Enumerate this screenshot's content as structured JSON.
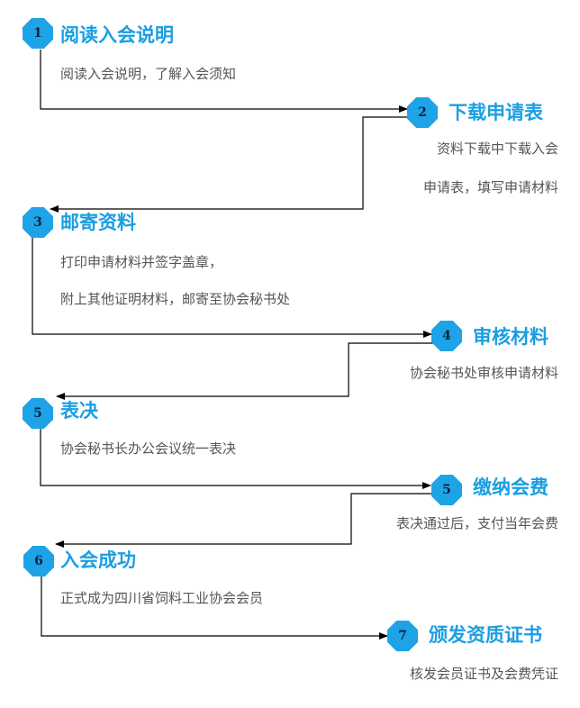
{
  "steps": [
    {
      "number": "1",
      "title": "阅读入会说明",
      "desc": [
        "阅读入会说明，了解入会须知"
      ]
    },
    {
      "number": "2",
      "title": "下载申请表",
      "desc": [
        "资料下载中下载入会",
        "申请表，填写申请材料"
      ]
    },
    {
      "number": "3",
      "title": "邮寄资料",
      "desc": [
        "打印申请材料并签字盖章，",
        "附上其他证明材料，邮寄至协会秘书处"
      ]
    },
    {
      "number": "4",
      "title": "审核材料",
      "desc": [
        "协会秘书处审核申请材料"
      ]
    },
    {
      "number": "5",
      "title": "表决",
      "desc": [
        "协会秘书长办公会议统一表决"
      ]
    },
    {
      "number": "5",
      "title": "缴纳会费",
      "desc": [
        "表决通过后，支付当年会费"
      ]
    },
    {
      "number": "6",
      "title": "入会成功",
      "desc": [
        "正式成为四川省饲料工业协会会员"
      ]
    },
    {
      "number": "7",
      "title": "颁发资质证书",
      "desc": [
        "核发会员证书及会费凭证"
      ]
    }
  ],
  "colors": {
    "accent": "#1ea3e6",
    "title": "#1a9ee2",
    "text": "#555555",
    "line": "#000000"
  }
}
